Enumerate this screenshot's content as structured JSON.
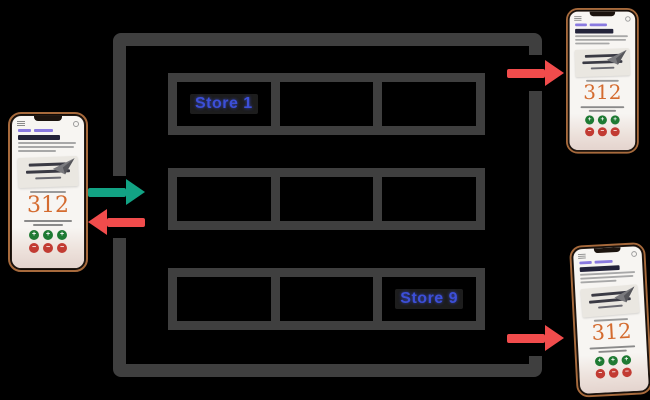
{
  "colors": {
    "background": "#000000",
    "grid_border": "#3f3f3f",
    "store_label": "#3c4fd8",
    "arrow_green": "#12a384",
    "arrow_red": "#f14c4c",
    "counter_orange": "#d46b2f",
    "button_green": "#1e7a33",
    "button_red": "#c23b33",
    "phone_frame": "#a76a3c",
    "screen": "#f7f5f2"
  },
  "diagram": {
    "grid": {
      "rows": 3,
      "cols": 3,
      "store1_label": "Store 1",
      "store9_label": "Store 9"
    },
    "arrows": [
      {
        "id": "left-phone-to-grid",
        "direction": "right",
        "color": "#12a384"
      },
      {
        "id": "grid-to-left-phone",
        "direction": "left",
        "color": "#f14c4c"
      },
      {
        "id": "grid-to-top-right-phone",
        "direction": "right",
        "color": "#f14c4c"
      },
      {
        "id": "grid-to-bottom-right-phone",
        "direction": "right",
        "color": "#f14c4c"
      }
    ]
  },
  "phones": [
    {
      "id": "left-phone",
      "counter_value": "312",
      "plus_glyph": "+",
      "minus_glyph": "−"
    },
    {
      "id": "top-right-phone",
      "counter_value": "312",
      "plus_glyph": "+",
      "minus_glyph": "−"
    },
    {
      "id": "bottom-right-phone",
      "counter_value": "312",
      "plus_glyph": "+",
      "minus_glyph": "−"
    }
  ]
}
